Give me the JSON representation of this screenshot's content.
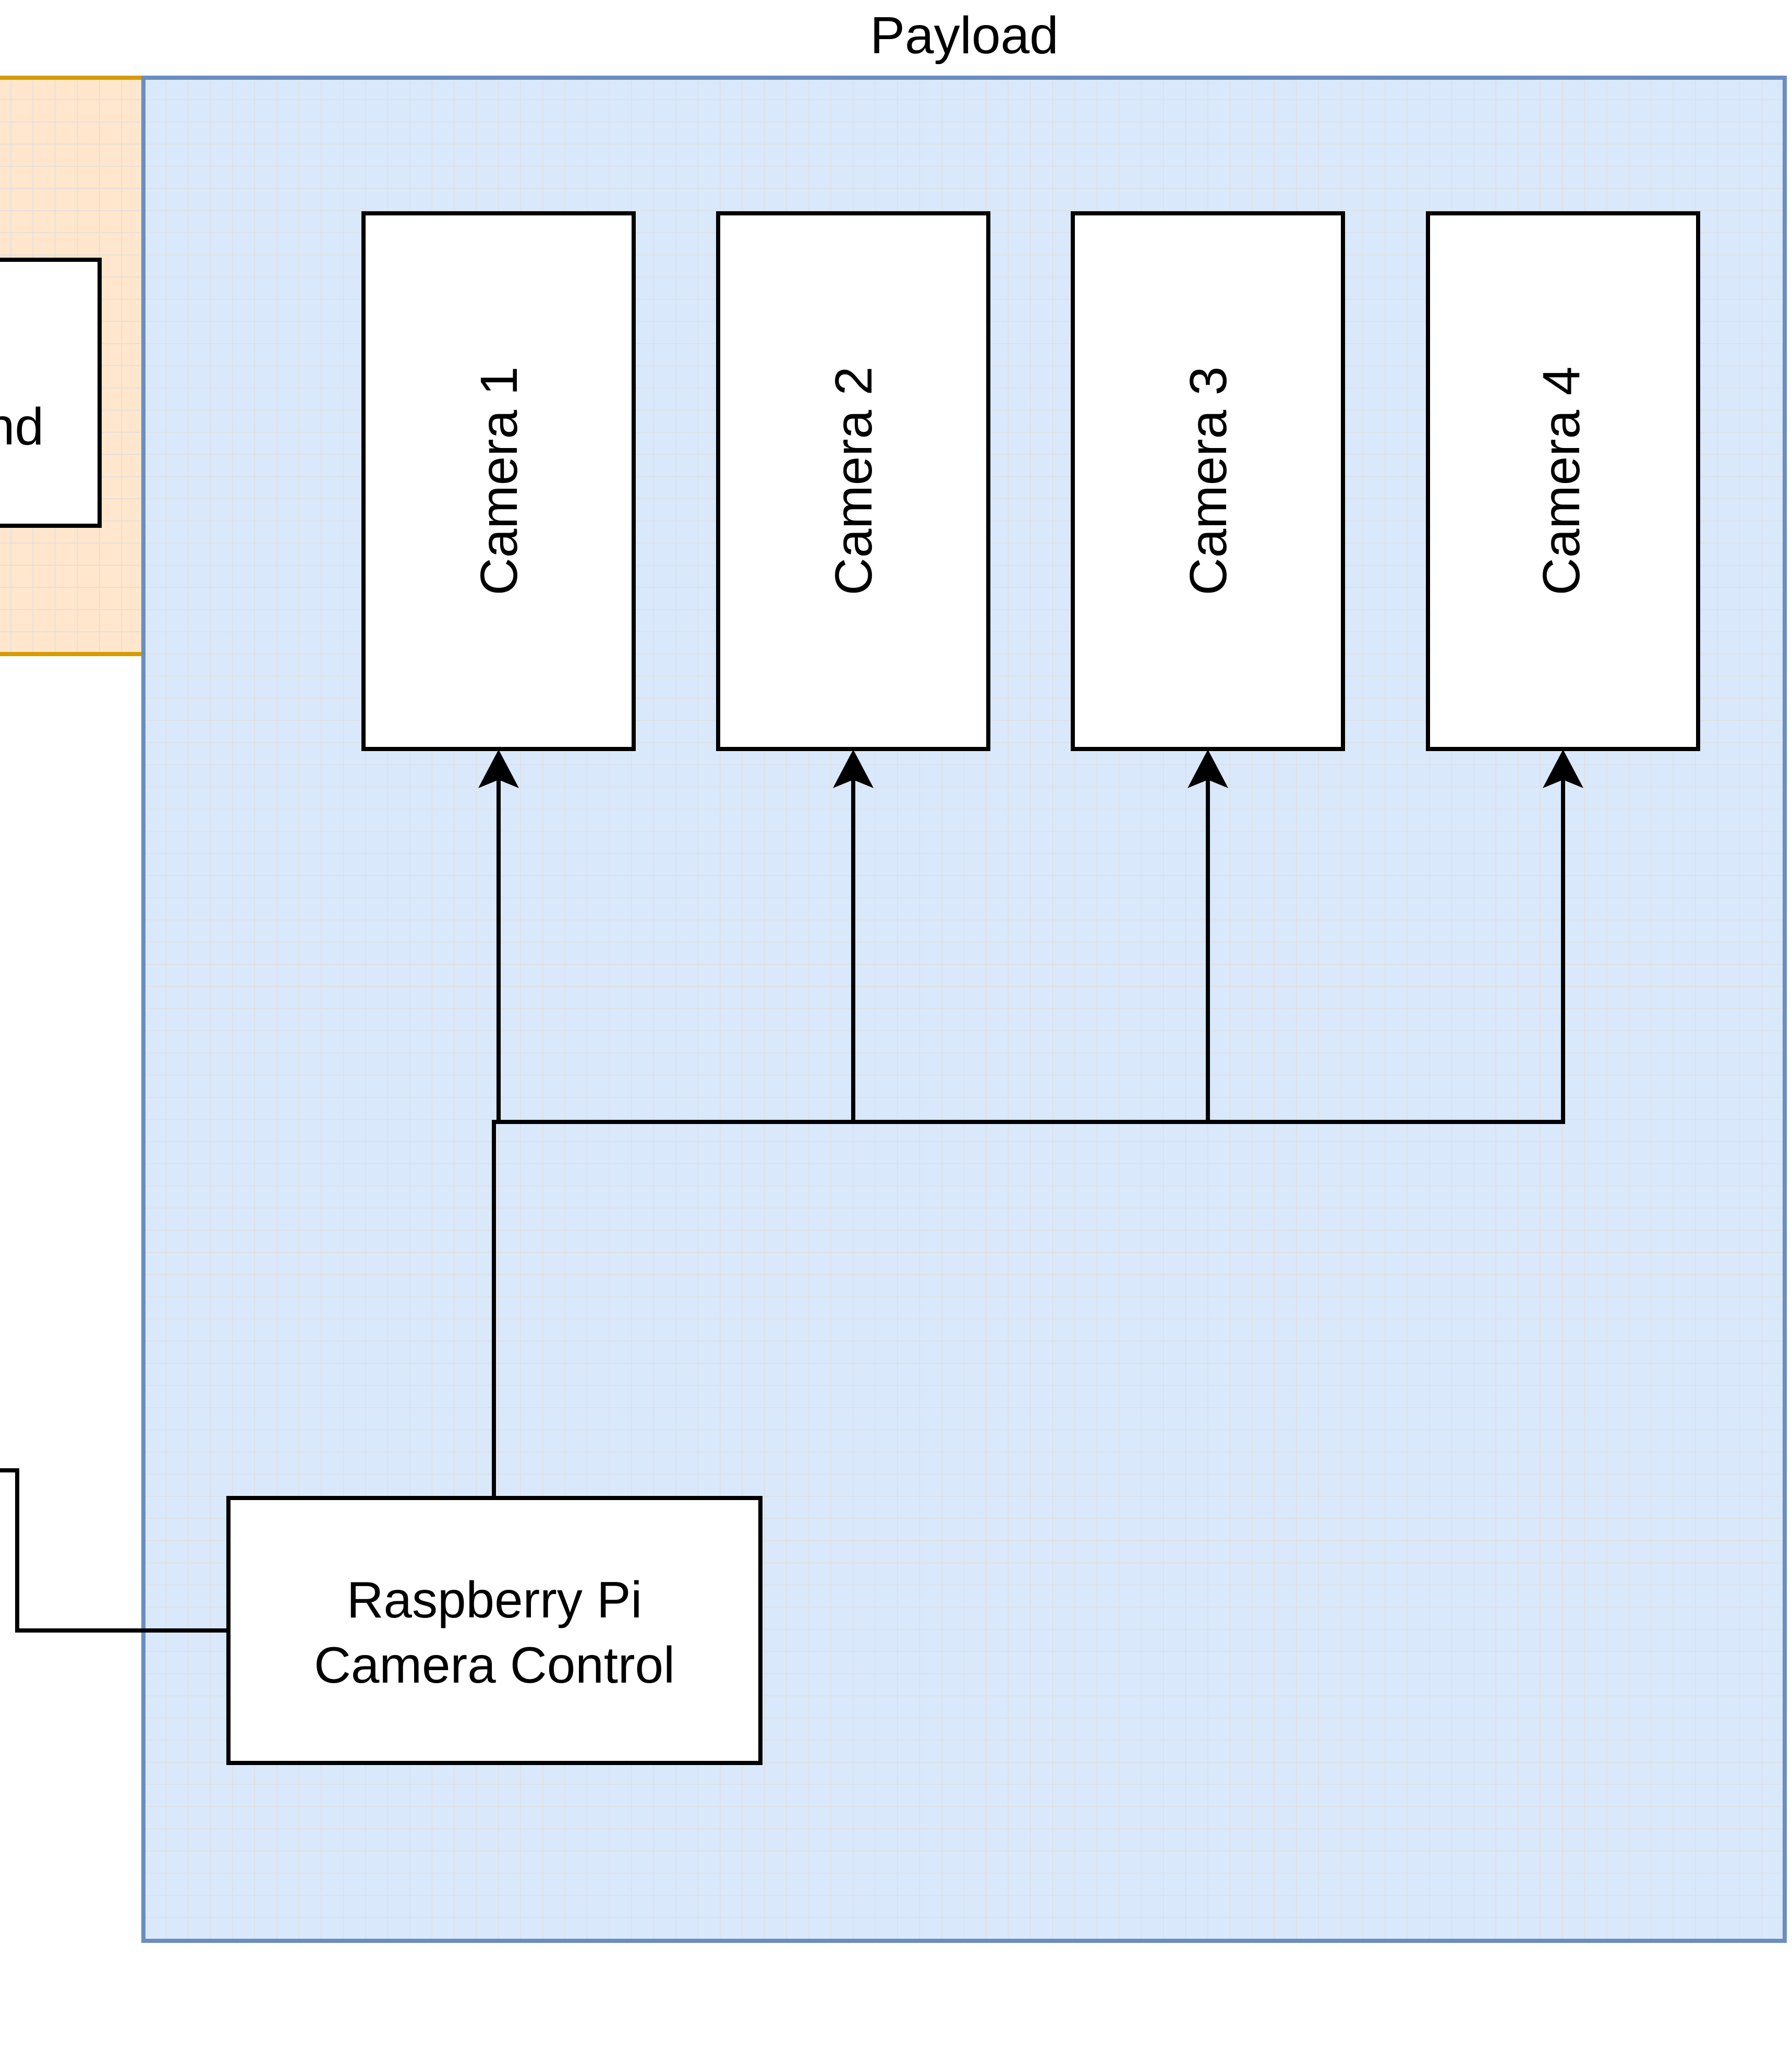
{
  "diagram": {
    "type": "block-diagram",
    "colors": {
      "payload_fill": "#dae8fc",
      "payload_border": "#6c8ebf",
      "left_group_fill": "#ffe6cc",
      "left_group_border": "#d79b00",
      "grid_line": "#dfdfdf",
      "node_fill": "#ffffff",
      "line": "#000000"
    },
    "containers": [
      {
        "id": "payload",
        "label": "Payload"
      },
      {
        "id": "left-group",
        "label": ""
      }
    ],
    "left_partial_node": {
      "label_visible": "nd"
    },
    "cameras": [
      {
        "label": "Camera 1"
      },
      {
        "label": "Camera 2"
      },
      {
        "label": "Camera 3"
      },
      {
        "label": "Camera 4"
      }
    ],
    "controller": {
      "line1": "Raspberry Pi",
      "line2": "Camera Control"
    },
    "connections": [
      {
        "from": "controller",
        "to": "Camera 1",
        "arrow": "end"
      },
      {
        "from": "controller",
        "to": "Camera 2",
        "arrow": "end"
      },
      {
        "from": "controller",
        "to": "Camera 3",
        "arrow": "end"
      },
      {
        "from": "controller",
        "to": "Camera 4",
        "arrow": "end"
      },
      {
        "from": "offscreen-left",
        "to": "controller",
        "arrow": "none"
      }
    ]
  }
}
